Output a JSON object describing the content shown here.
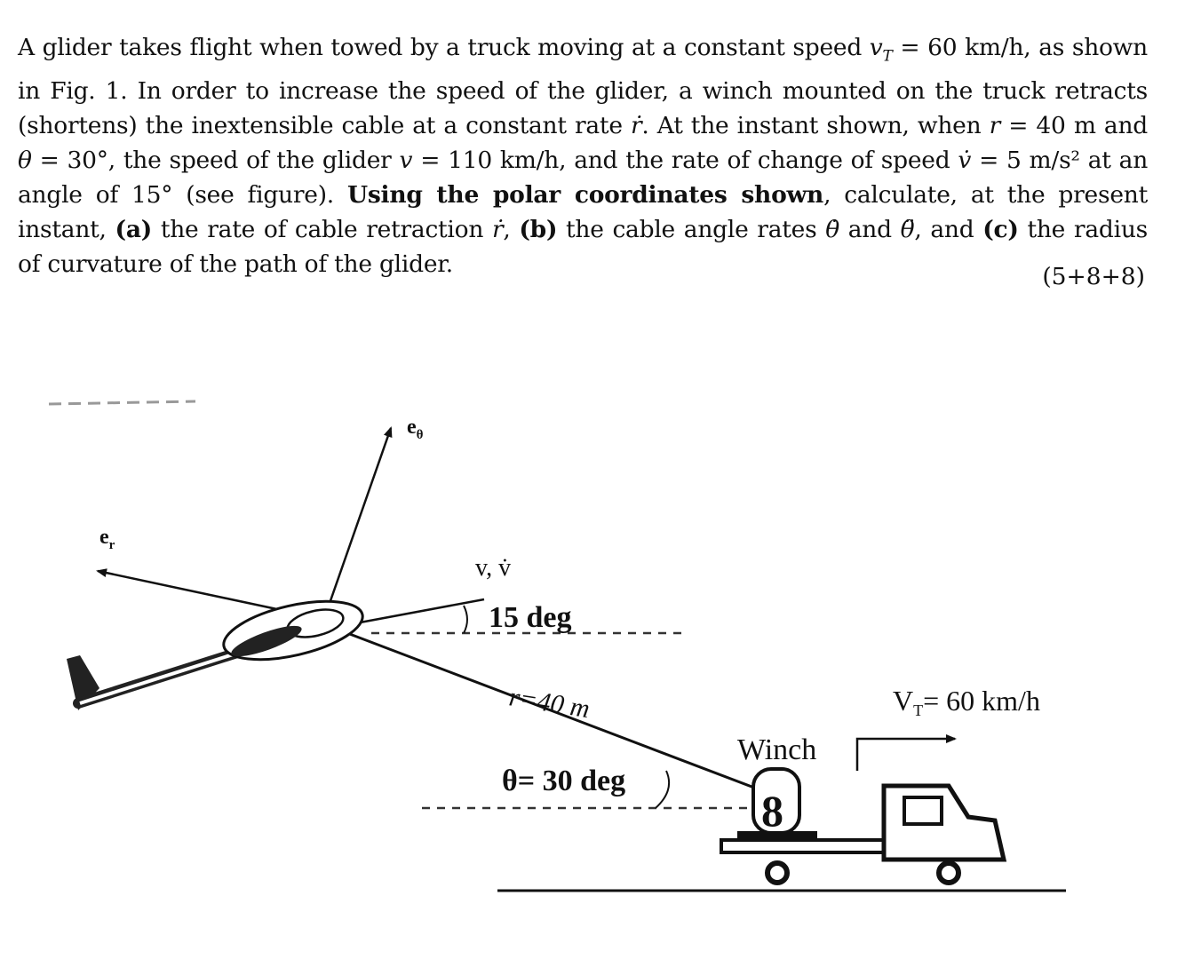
{
  "problem": {
    "p1": "A glider takes flight when towed by a truck moving at a constant speed ",
    "vT_symbol": "v",
    "vT_sub": "T",
    "p2": " = 60 km/h, as shown in Fig. 1. In order to increase the speed of the glider, a winch mounted on the truck retracts (shortens) the inextensible cable at a constant rate ",
    "rdot": "ṙ",
    "p3": ". At the instant shown, when ",
    "r_sym": "r",
    "p4": " = 40 m and ",
    "theta_sym": "θ",
    "p5": " = 30°, the speed of the glider ",
    "v_sym": "v",
    "p6": " = 110 km/h, and the rate of change of speed ",
    "vdot": "v̇",
    "p7": " = 5 m/s² at an angle of 15° (see figure). ",
    "bold1": "Using the polar coordinates shown",
    "p8": ", calculate, at the present instant, ",
    "a_label": "(a)",
    "p9": " the rate of cable retraction ",
    "rdot2": "ṙ",
    "p10": ", ",
    "b_label": "(b)",
    "p11": " the cable angle rates ",
    "thetadot": "θ̇",
    "p12": " and ",
    "thetaddot": "θ̈",
    "p13": ", and ",
    "c_label": "(c)",
    "p14": " the radius of curvature of the path of the glider.",
    "marks": "(5+8+8)"
  },
  "figure": {
    "e_theta": "e",
    "e_theta_sub": "θ",
    "e_r": "e",
    "e_r_sub": "r",
    "v_vdot": "v, v̇",
    "angle_15": "15 deg",
    "r_label": "r=40 m",
    "theta_label": "θ= 30 deg",
    "winch": "Winch",
    "vT_label": "V",
    "vT_sub": "T",
    "vT_value": "= 60 km/h",
    "winch_digit": "8"
  }
}
